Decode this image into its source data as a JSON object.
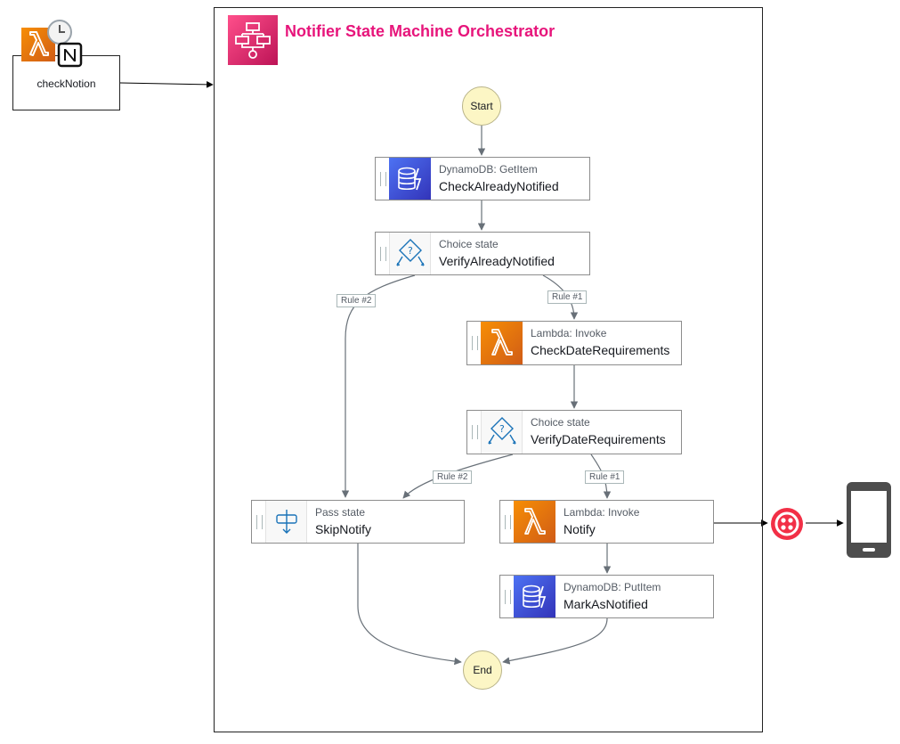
{
  "title": "Notifier State Machine Orchestrator",
  "trigger": {
    "label": "checkNotion"
  },
  "colors": {
    "title": "#e7157b",
    "lambda": "#ed7100",
    "dynamodb": "#3f48cc",
    "choice_icon": "#1a73b8",
    "start_end_fill": "#fcf6c5",
    "arrow": "#687078"
  },
  "nodes": {
    "start": "Start",
    "end": "End",
    "check_already_notified": {
      "type": "DynamoDB: GetItem",
      "name": "CheckAlreadyNotified",
      "icon": "dynamodb-icon"
    },
    "verify_already_notified": {
      "type": "Choice state",
      "name": "VerifyAlreadyNotified",
      "icon": "choice-icon"
    },
    "check_date_requirements": {
      "type": "Lambda: Invoke",
      "name": "CheckDateRequirements",
      "icon": "lambda-icon"
    },
    "verify_date_requirements": {
      "type": "Choice state",
      "name": "VerifyDateRequirements",
      "icon": "choice-icon"
    },
    "skip_notify": {
      "type": "Pass state",
      "name": "SkipNotify",
      "icon": "pass-icon"
    },
    "notify": {
      "type": "Lambda: Invoke",
      "name": "Notify",
      "icon": "lambda-icon"
    },
    "mark_as_notified": {
      "type": "DynamoDB: PutItem",
      "name": "MarkAsNotified",
      "icon": "dynamodb-icon"
    }
  },
  "rules": {
    "verify_already_rule2": "Rule #2",
    "verify_already_rule1": "Rule #1",
    "verify_date_rule2": "Rule #2",
    "verify_date_rule1": "Rule #1"
  },
  "external": {
    "sms_service_icon": "twilio-icon",
    "device_icon": "mobile-phone-icon"
  }
}
